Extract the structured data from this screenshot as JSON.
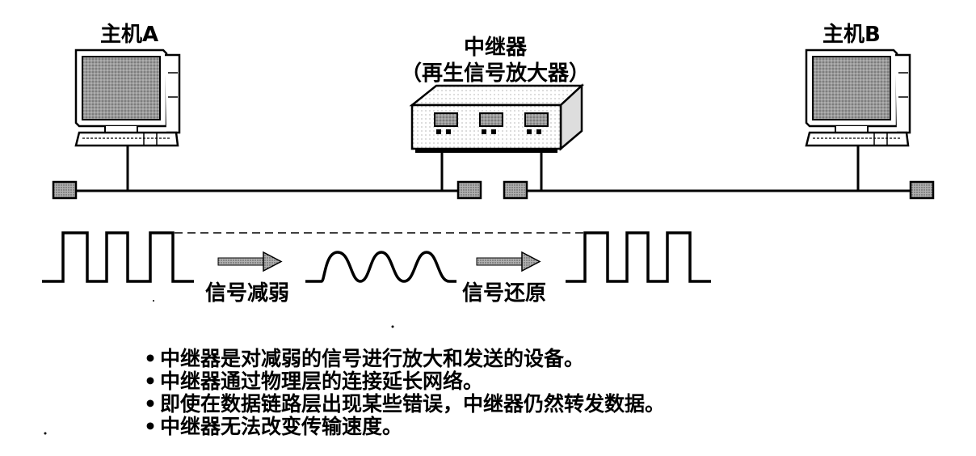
{
  "hosts": {
    "a_label": "主机A",
    "b_label": "主机B"
  },
  "repeater": {
    "title": "中继器",
    "subtitle": "（再生信号放大器）"
  },
  "signal": {
    "attenuated_label": "信号减弱",
    "restored_label": "信号还原"
  },
  "notes": [
    "中继器是对减弱的信号进行放大和发送的设备。",
    "中继器通过物理层的连接延长网络。",
    "即使在数据链路层出现某些错误，中继器仍然转发数据。",
    "中继器无法改变传输速度。"
  ],
  "bullet_char": "•",
  "colors": {
    "ink": "#000000",
    "screen": "#8a8a8a",
    "body": "#ffffff",
    "connector": "#9a9a9a"
  },
  "icons": [
    "computer-icon",
    "repeater-device-icon",
    "cable-terminator-icon",
    "arrow-right-icon"
  ]
}
